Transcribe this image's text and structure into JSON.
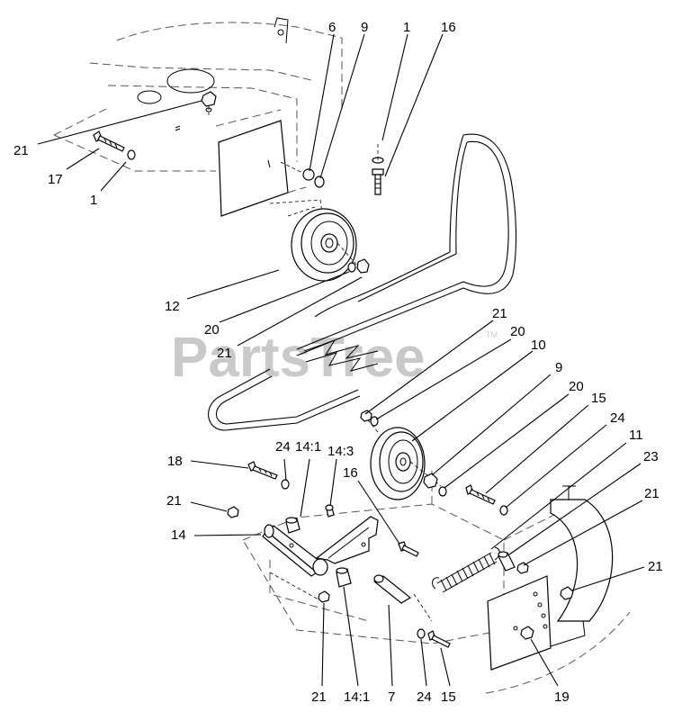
{
  "watermark": {
    "text": "PartsTree",
    "tm": "TM"
  },
  "callouts": [
    {
      "id": "c-6",
      "text": "6"
    },
    {
      "id": "c-9-top",
      "text": "9"
    },
    {
      "id": "c-1-top",
      "text": "1"
    },
    {
      "id": "c-16-top",
      "text": "16"
    },
    {
      "id": "c-21-upper-left",
      "text": "21"
    },
    {
      "id": "c-17",
      "text": "17"
    },
    {
      "id": "c-1-left",
      "text": "1"
    },
    {
      "id": "c-12",
      "text": "12"
    },
    {
      "id": "c-20-mid",
      "text": "20"
    },
    {
      "id": "c-21-mid",
      "text": "21"
    },
    {
      "id": "c-21-right-top",
      "text": "21"
    },
    {
      "id": "c-20-right-top",
      "text": "20"
    },
    {
      "id": "c-10",
      "text": "10"
    },
    {
      "id": "c-9-right",
      "text": "9"
    },
    {
      "id": "c-20-right",
      "text": "20"
    },
    {
      "id": "c-15-right",
      "text": "15"
    },
    {
      "id": "c-24-right",
      "text": "24"
    },
    {
      "id": "c-11",
      "text": "11"
    },
    {
      "id": "c-23",
      "text": "23"
    },
    {
      "id": "c-21-right-a",
      "text": "21"
    },
    {
      "id": "c-21-right-b",
      "text": "21"
    },
    {
      "id": "c-18",
      "text": "18"
    },
    {
      "id": "c-24-left",
      "text": "24"
    },
    {
      "id": "c-14-1-top",
      "text": "14:1"
    },
    {
      "id": "c-14-3",
      "text": "14:3"
    },
    {
      "id": "c-16-mid",
      "text": "16"
    },
    {
      "id": "c-21-left",
      "text": "21"
    },
    {
      "id": "c-14",
      "text": "14"
    },
    {
      "id": "c-21-bottom",
      "text": "21"
    },
    {
      "id": "c-14-1-bottom",
      "text": "14:1"
    },
    {
      "id": "c-7",
      "text": "7"
    },
    {
      "id": "c-24-bottom",
      "text": "24"
    },
    {
      "id": "c-15-bottom",
      "text": "15"
    },
    {
      "id": "c-19",
      "text": "19"
    }
  ]
}
